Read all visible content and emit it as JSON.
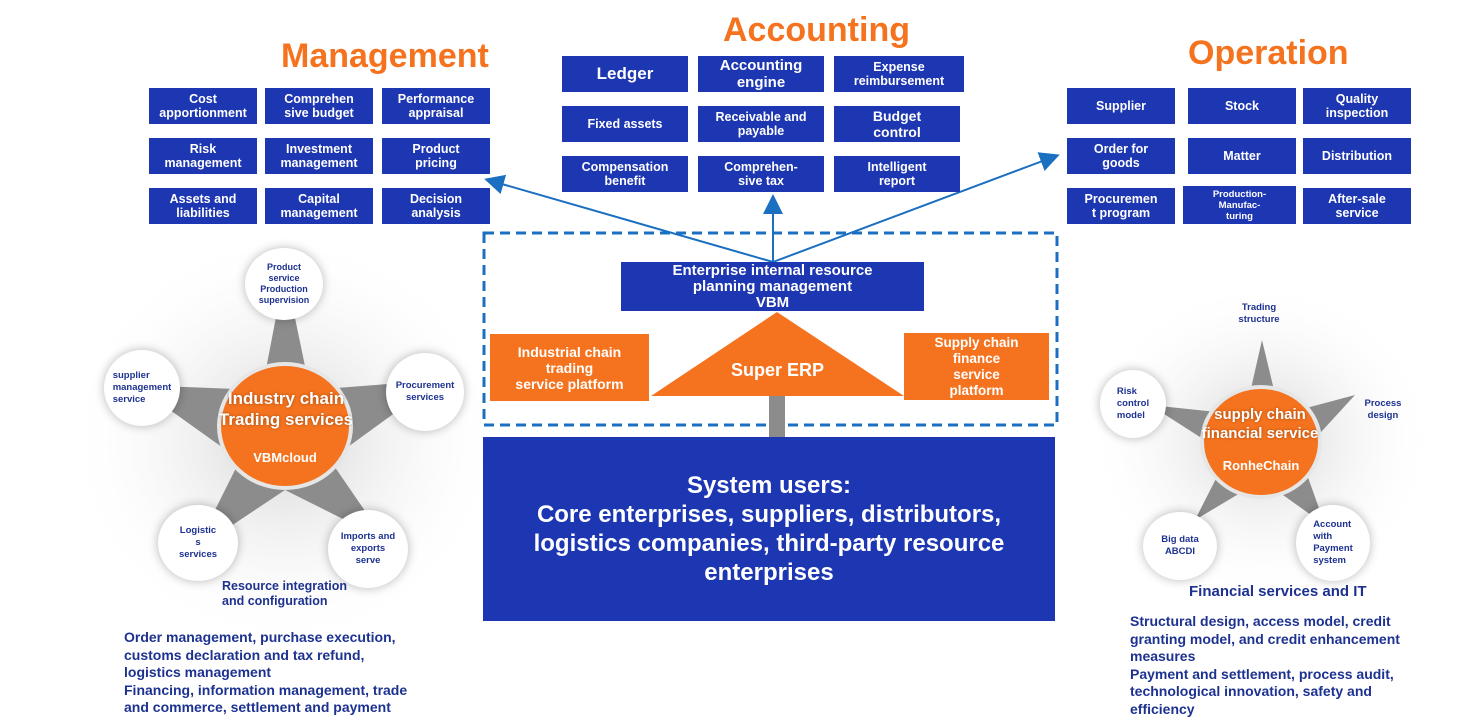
{
  "titles": {
    "management": "Management",
    "accounting": "Accounting",
    "operation": "Operation"
  },
  "management_items": [
    "Cost\napportionment",
    "Comprehen\nsive budget",
    "Performance\nappraisal",
    "Risk\nmanagement",
    "Investment\nmanagement",
    "Product\npricing",
    "Assets and\nliabilities",
    "Capital\nmanagement",
    "Decision\nanalysis"
  ],
  "accounting_items": [
    "Ledger",
    "Accounting\nengine",
    "Expense\nreimbursement",
    "Fixed assets",
    "Receivable and\npayable",
    "Budget\ncontrol",
    "Compensation\nbenefit",
    "Comprehen-\nsive tax",
    "Intelligent\nreport"
  ],
  "operation_items": [
    "Supplier",
    "Stock",
    "Quality\ninspection",
    "Order for\ngoods",
    "Matter",
    "Distribution",
    "Procuremen\nt program",
    "Production-\nManufac-\nturing",
    "After-sale\nservice"
  ],
  "vbm": "Enterprise internal resource\nplanning management\nVBM",
  "industrial_platform": "Industrial chain\ntrading\nservice platform",
  "super_erp": "Super ERP",
  "supply_platform": "Supply chain\nfinance\nservice\nplatform",
  "system_users": "System users:\nCore enterprises, suppliers, distributors,\nlogistics companies, third-party resource\nenterprises",
  "left_star": {
    "center_title": "Industry chain\nTrading services",
    "center_sub": "VBMcloud",
    "nodes": [
      "Product\nservice\nProduction\nsupervision",
      "Procurement\nservices",
      "Imports and\nexports\nserve",
      "Logistic\ns\nservices",
      "supplier\nmanagement\nservice"
    ],
    "caption": "Resource  integration\nand configuration",
    "description": "Order management, purchase execution,\ncustoms declaration and tax refund,\nlogistics management\nFinancing, information management, trade\nand commerce, settlement and payment"
  },
  "right_star": {
    "center_title": "supply chain\nfinancial service",
    "center_sub": "RonheChain",
    "nodes": [
      "Trading\nstructure",
      "Process\ndesign",
      "Account\nwith\nPayment\nsystem",
      "Big data\nABCDI",
      "Risk\ncontrol\nmodel"
    ],
    "caption": "Financial services and IT",
    "description": "Structural design, access model, credit\ngranting model, and credit enhancement\nmeasures\nPayment and settlement, process audit,\ntechnological innovation, safety and\nefficiency"
  },
  "colors": {
    "orange": "#f5731e",
    "blue": "#1d36b2",
    "navy": "#1d3290",
    "arrow": "#1a6fc0"
  }
}
